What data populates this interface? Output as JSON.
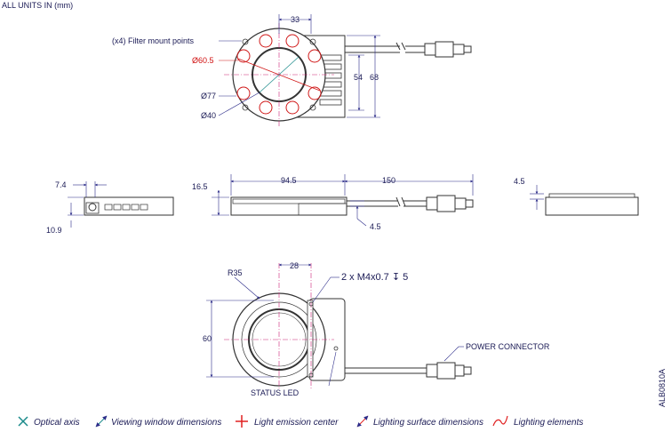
{
  "header": {
    "units_note": "ALL UNITS IN (mm)"
  },
  "doc_code": "ALB0810A",
  "top_view": {
    "dims": {
      "d33": "33",
      "d54": "54",
      "d68": "68",
      "d605": "Ø60.5",
      "d77": "Ø77",
      "d40": "Ø40"
    },
    "callout_filter": "(x4) Filter mount points"
  },
  "side_views": {
    "left": {
      "d74": "7.4",
      "d109": "10.9"
    },
    "center": {
      "d165": "16.5",
      "d945": "94.5",
      "d150": "150",
      "d45": "4.5"
    },
    "right": {
      "d45": "4.5"
    }
  },
  "bottom_view": {
    "r35": "R35",
    "d28": "28",
    "d60": "60",
    "thread": "2 x M4x0.7  ↧ 5",
    "power_connector": "POWER CONNECTOR",
    "status_led": "STATUS LED"
  },
  "legend": {
    "items": [
      {
        "label": "Optical axis",
        "color": "#1a8a8a"
      },
      {
        "label": "Viewing window dimensions",
        "color": "#1a8a8a"
      },
      {
        "label": "Light emission center",
        "color": "#e02020"
      },
      {
        "label": "Lighting surface dimensions",
        "color": "#e02020"
      },
      {
        "label": "Lighting elements",
        "color": "#e02020"
      }
    ]
  }
}
